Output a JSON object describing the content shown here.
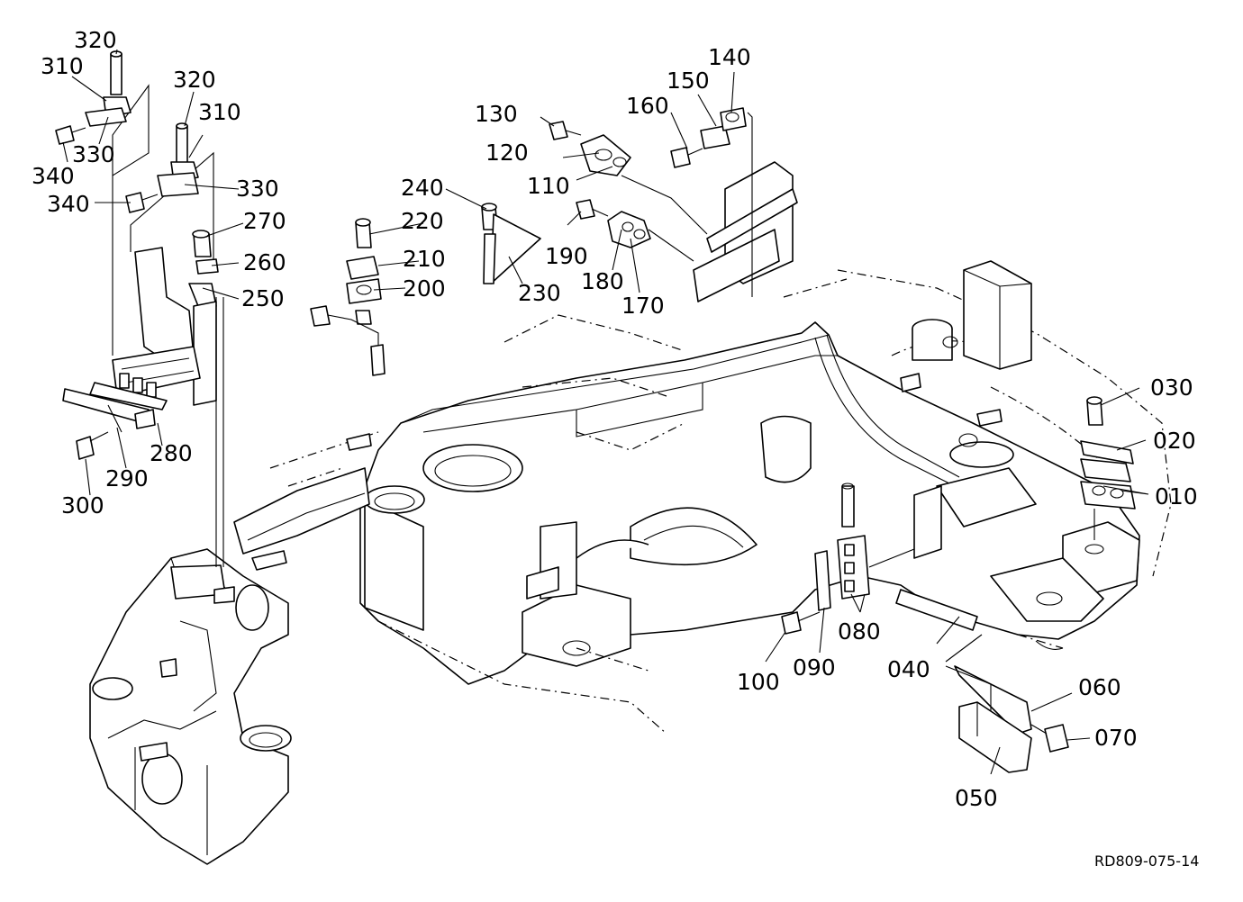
{
  "diagram": {
    "drawing_code": "RD809-075-14",
    "part_numbers": {
      "p010": "010",
      "p020": "020",
      "p030": "030",
      "p040": "040",
      "p050": "050",
      "p060": "060",
      "p070": "070",
      "p080": "080",
      "p090": "090",
      "p100": "100",
      "p110": "110",
      "p120": "120",
      "p130": "130",
      "p140": "140",
      "p150": "150",
      "p160": "160",
      "p170": "170",
      "p180": "180",
      "p190": "190",
      "p200": "200",
      "p210": "210",
      "p220": "220",
      "p230": "230",
      "p240": "240",
      "p250": "250",
      "p260": "260",
      "p270": "270",
      "p280": "280",
      "p290": "290",
      "p300": "300",
      "p310": "310",
      "p320": "320",
      "p330": "330",
      "p340": "340"
    }
  }
}
